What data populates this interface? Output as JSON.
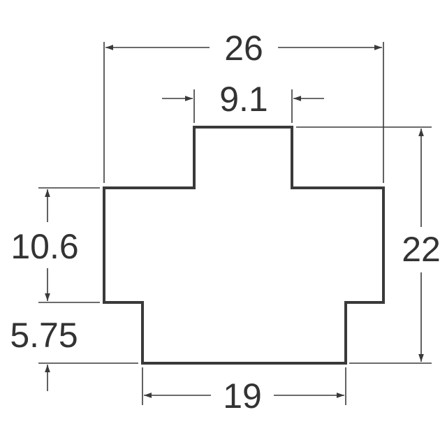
{
  "diagram": {
    "colors": {
      "line": "#3a3a3a",
      "text": "#333333",
      "background": "#ffffff"
    },
    "dimensions": {
      "overall_width": "26",
      "top_width": "9.1",
      "overall_height": "22",
      "side_height": "10.6",
      "bottom_step": "5.75",
      "bottom_width": "19"
    }
  }
}
